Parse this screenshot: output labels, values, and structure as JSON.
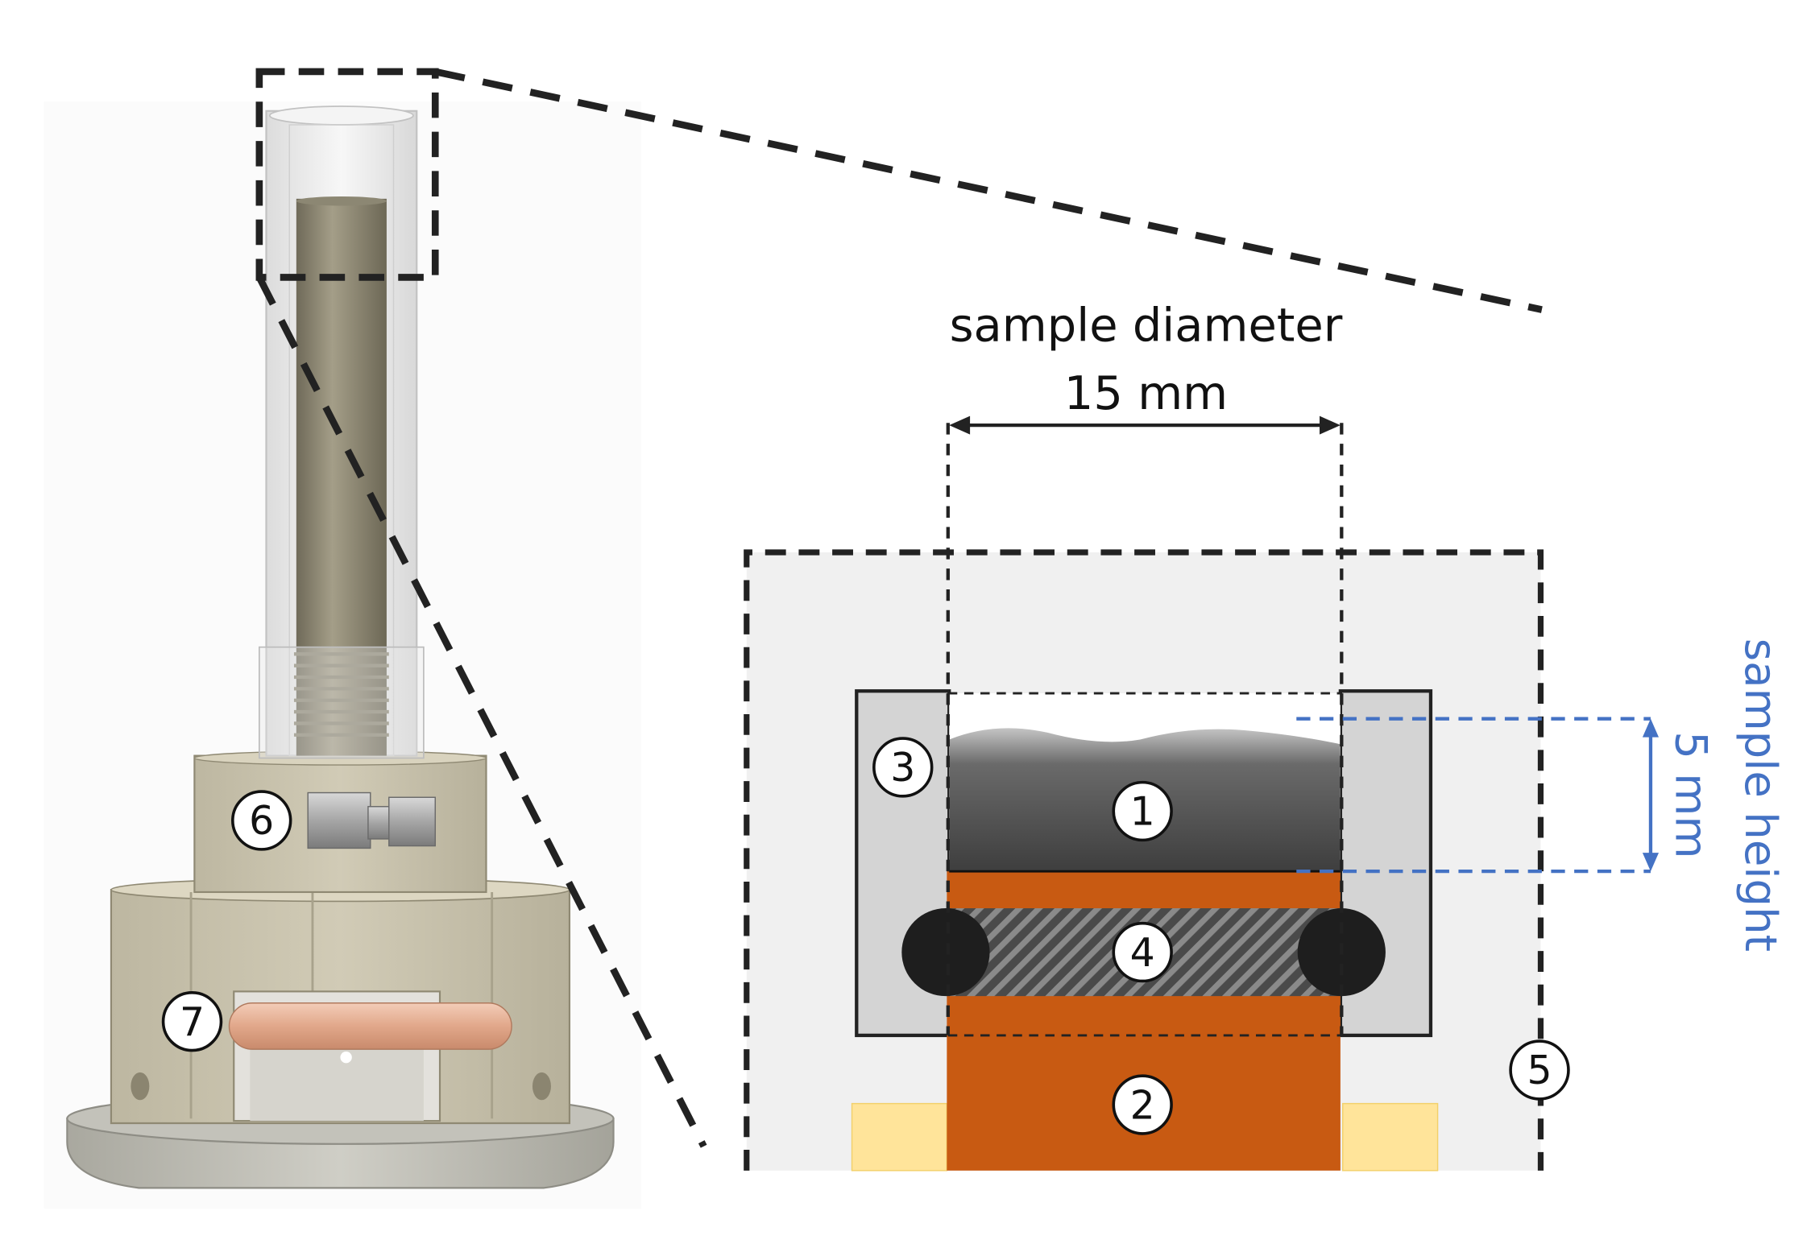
{
  "labels": {
    "sample_diameter": "sample diameter",
    "diameter_value": "15 mm",
    "sample_height": "sample height",
    "height_value": "5 mm"
  },
  "callouts": {
    "c1": "1",
    "c2": "2",
    "c3": "3",
    "c4": "4",
    "c5": "5",
    "c6": "6",
    "c7": "7"
  },
  "colors": {
    "copper": "#c85a12",
    "gold": "#ffe49a",
    "dark": "#222222",
    "blue_dim": "#4472c4",
    "housing_gray": "#f0f0f0",
    "ptfe_gray": "#d4d4d4",
    "body_khaki": "#c8c2ad"
  }
}
